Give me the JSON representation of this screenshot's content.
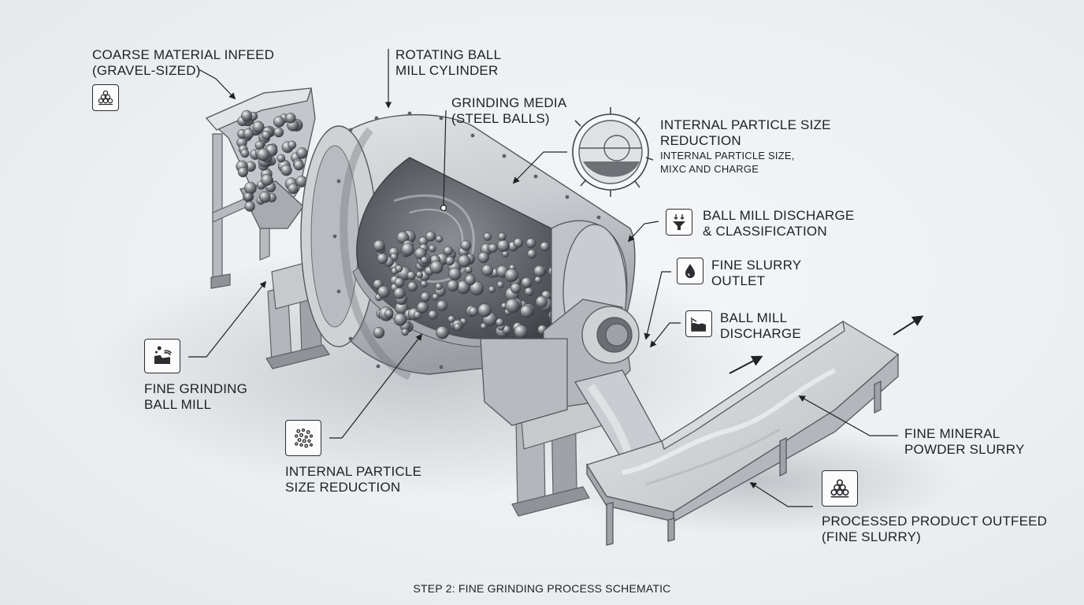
{
  "labels": {
    "coarse_infeed": [
      "COARSE MATERIAL INFEED",
      "(GRAVEL-SIZED)"
    ],
    "rotating_cylinder": [
      "ROTATING BALL",
      "MILL CYLINDER"
    ],
    "grinding_media": [
      "GRINDING MEDIA",
      "(STEEL BALLS)"
    ],
    "internal_reduction_top": [
      "INTERNAL PARTICLE SIZE",
      "REDUCTION"
    ],
    "internal_reduction_top_sub": [
      "INTERNAL PARTICLE SIZE,",
      "MIXC AND CHARGE"
    ],
    "discharge_classification": [
      "BALL MILL DISCHARGE",
      "& CLASSIFICATION"
    ],
    "fine_slurry_outlet": [
      "FINE SLURRY",
      "OUTLET"
    ],
    "ball_mill_discharge": [
      "BALL MILL",
      "DISCHARGE"
    ],
    "fine_grinding_mill": [
      "FINE GRINDING",
      "BALL MILL"
    ],
    "internal_reduction_bottom": [
      "INTERNAL PARTICLE",
      "SIZE REDUCTION"
    ],
    "fine_powder_slurry": [
      "FINE MINERAL",
      "POWDER SLURRY"
    ],
    "product_outfeed": [
      "PROCESSED PRODUCT OUTFEED",
      "(FINE SLURRY)"
    ]
  },
  "icons": {
    "coarse_infeed": "stacked-balls-icon",
    "discharge_classification": "funnel-icon",
    "fine_slurry_outlet": "droplet-icon",
    "ball_mill_discharge": "discharge-chart-icon",
    "fine_grinding_mill": "grinding-machine-icon",
    "internal_reduction_bottom": "particles-icon",
    "product_outfeed": "stacked-balls-icon"
  },
  "caption": "STEP 2: FINE GRINDING PROCESS SCHEMATIC",
  "colors": {
    "machine_body": "#c7cacd",
    "machine_shadow": "#8f9398",
    "steel_balls": "#5b5f64",
    "slurry": "#d3d6d9",
    "line": "#2b2d30"
  }
}
